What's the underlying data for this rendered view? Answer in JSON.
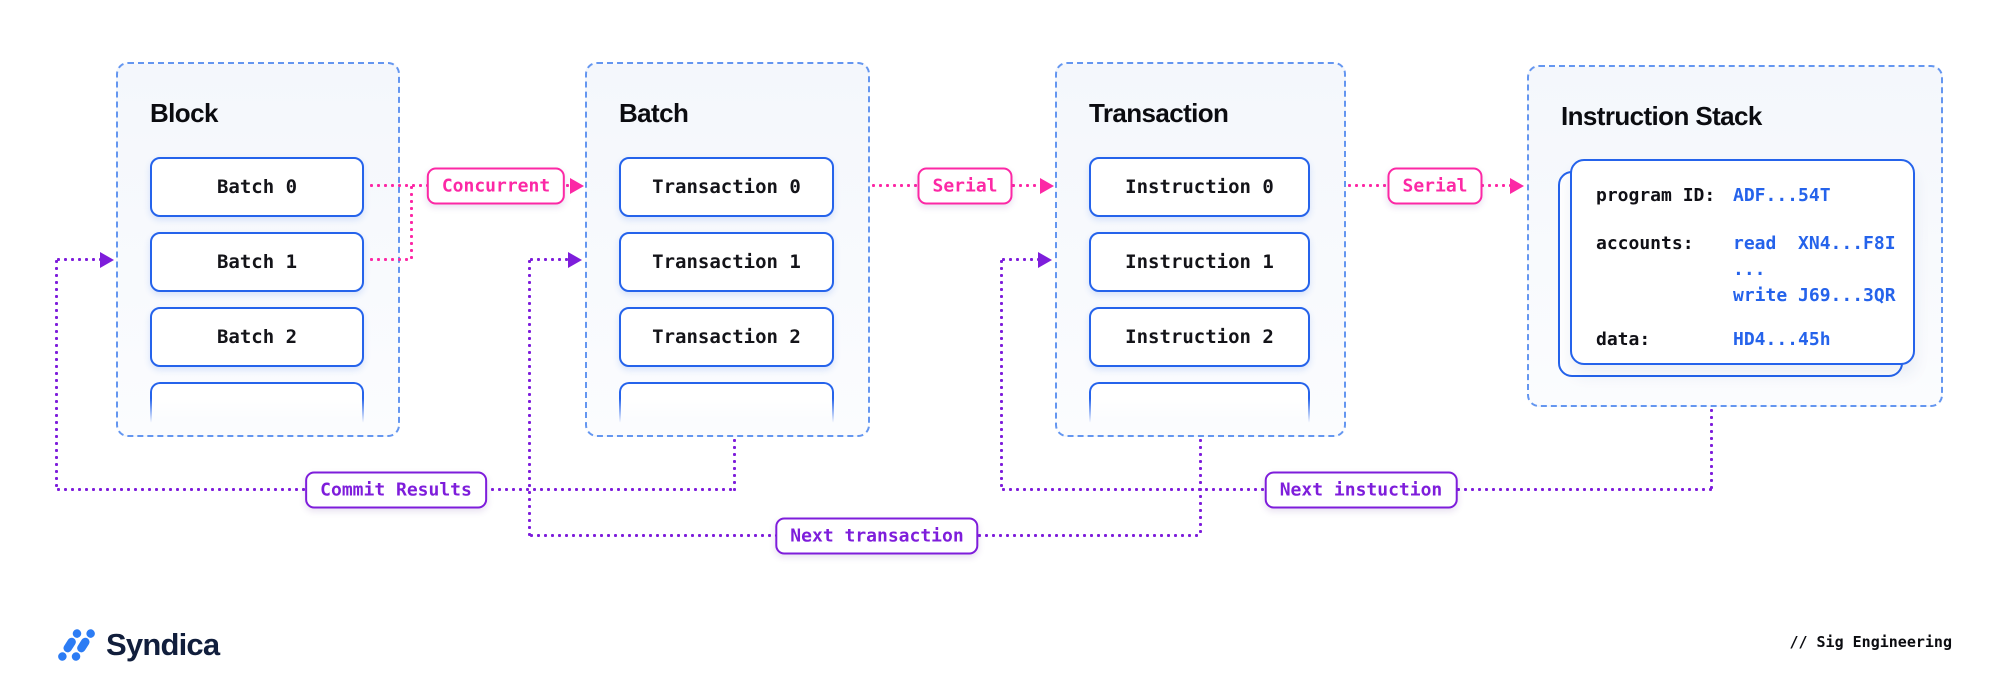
{
  "diagram": {
    "containers": [
      {
        "title": "Block",
        "items": [
          "Batch 0",
          "Batch 1",
          "Batch 2"
        ]
      },
      {
        "title": "Batch",
        "items": [
          "Transaction 0",
          "Transaction 1",
          "Transaction 2"
        ]
      },
      {
        "title": "Transaction",
        "items": [
          "Instruction 0",
          "Instruction 1",
          "Instruction 2"
        ]
      },
      {
        "title": "Instruction Stack"
      }
    ],
    "card": {
      "rows": [
        {
          "label": "program ID:",
          "lines": [
            "ADF...54T"
          ]
        },
        {
          "label": "accounts:",
          "lines": [
            "read  XN4...F8I",
            "...",
            "write J69...3QR"
          ]
        },
        {
          "label": "data:",
          "lines": [
            "HD4...45h"
          ]
        }
      ]
    },
    "edges": {
      "concurrent": "Concurrent",
      "serial_batch": "Serial",
      "serial_transaction": "Serial",
      "commit_results": "Commit Results",
      "next_transaction": "Next transaction",
      "next_instruction": "Next instuction"
    },
    "colors": {
      "pink": "#FC28A5",
      "purple": "#7E1DDB",
      "blue": "#2563EB",
      "dashed_blue": "#6496F0",
      "brand_navy": "#111E3C",
      "brand_blue": "#2C7CF4"
    }
  },
  "footer": {
    "brand": "Syndica",
    "credit": "// Sig Engineering"
  }
}
